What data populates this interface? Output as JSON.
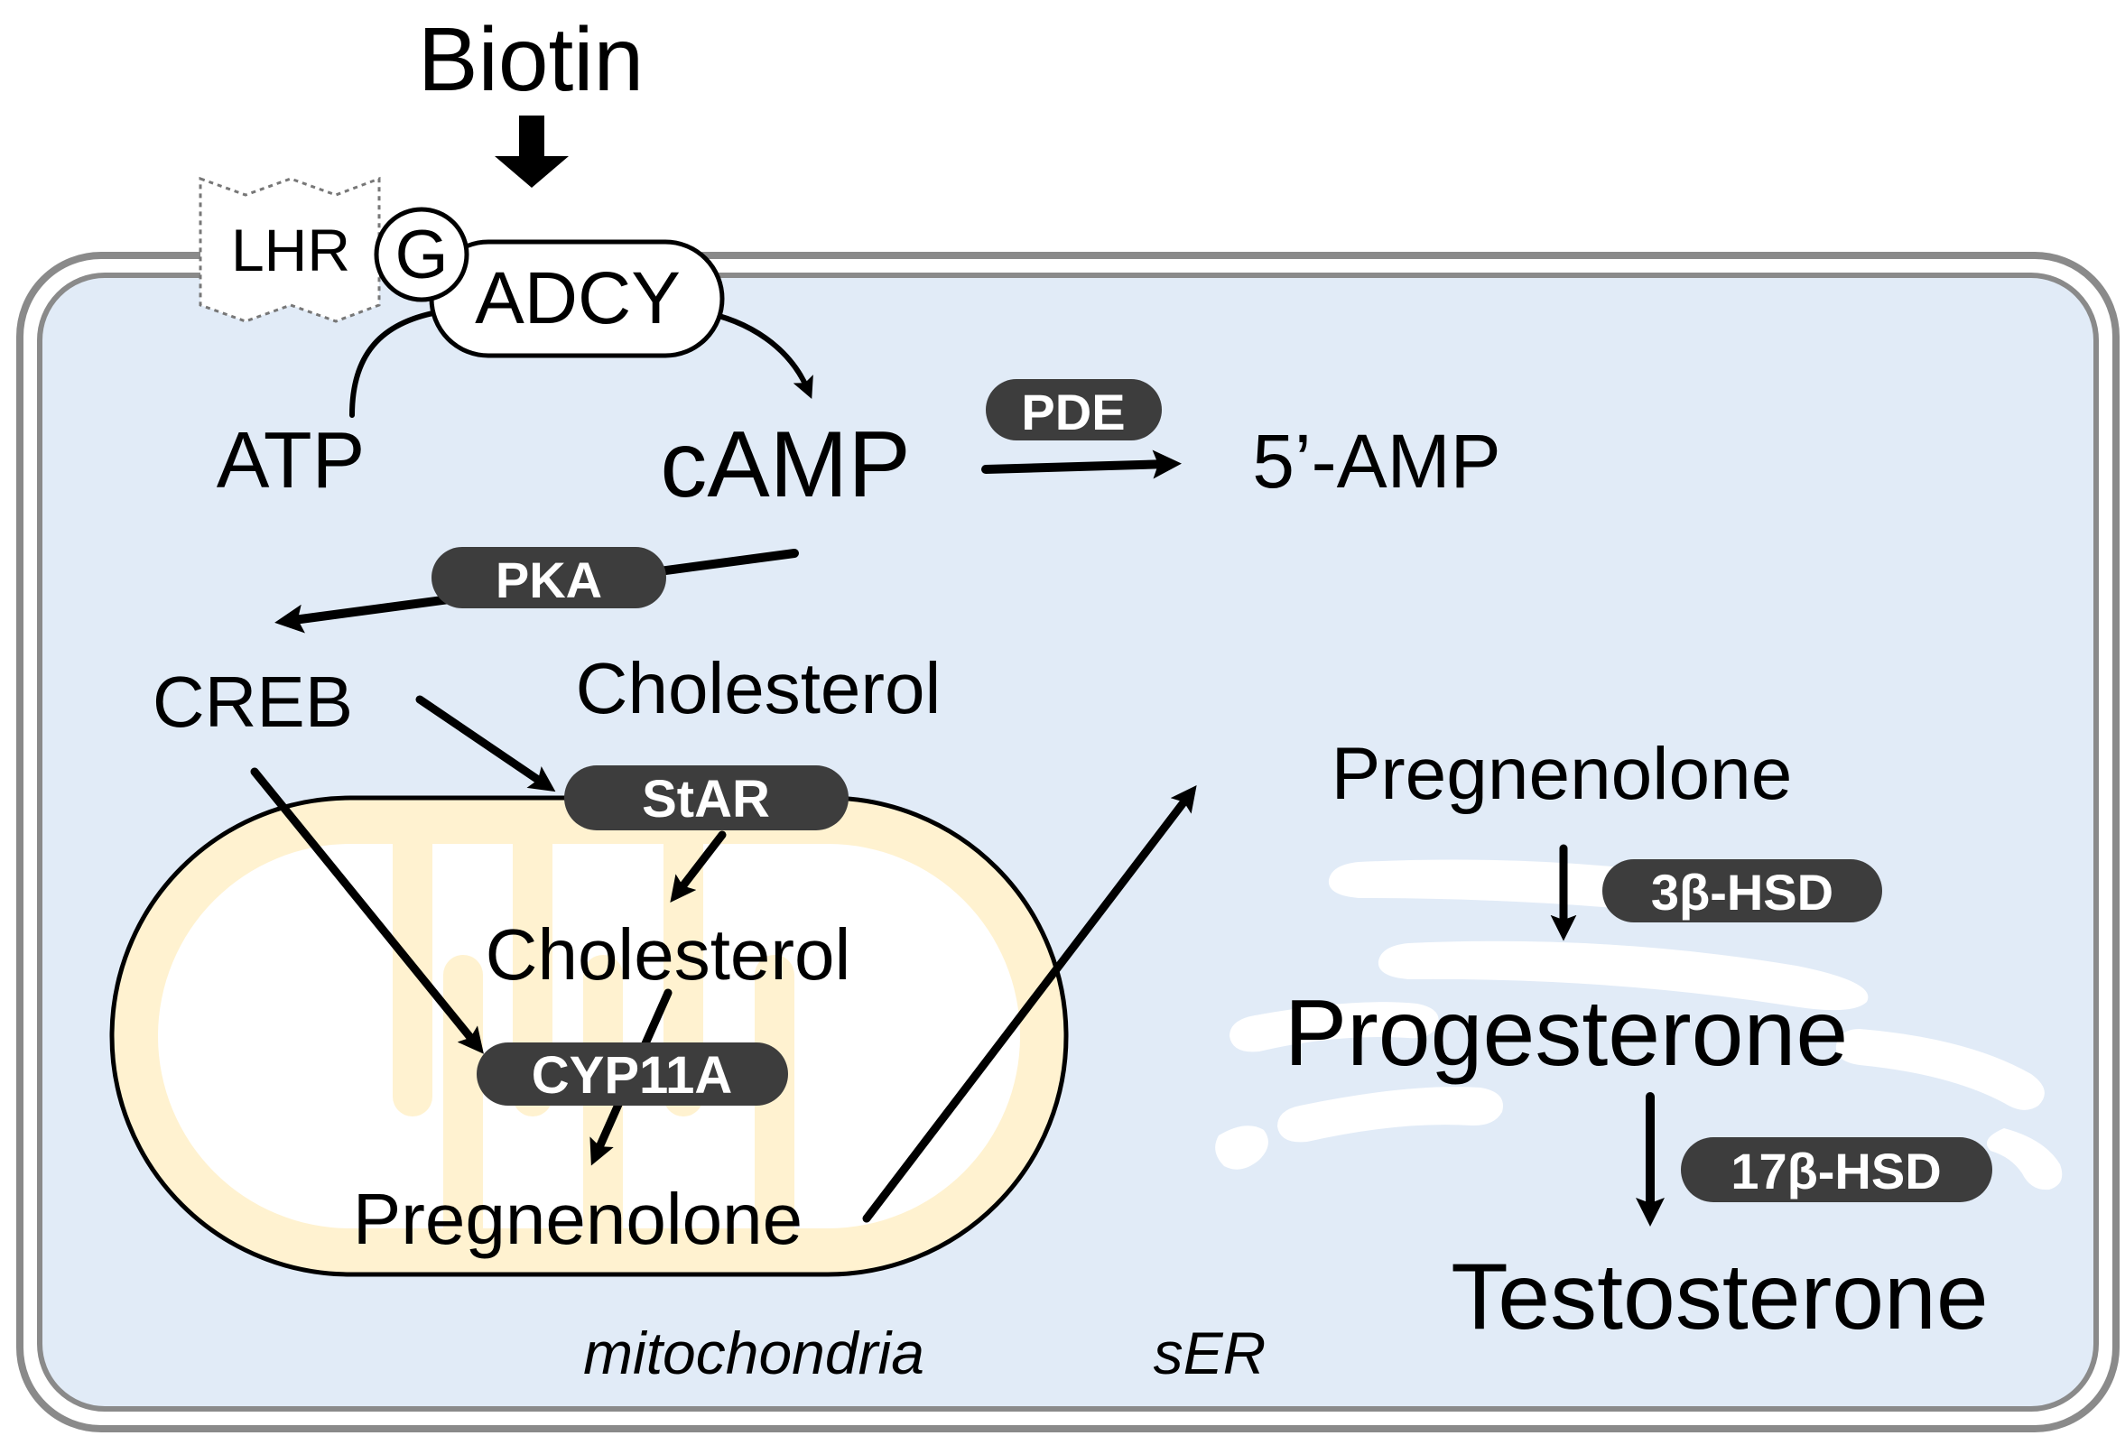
{
  "colors": {
    "cell_fill": "#e1ebf7",
    "cell_border": "#7a7a7a",
    "mito_fill": "#fff2d0",
    "mito_cristae": "#ffffff",
    "er_fill": "#ffffff",
    "enzyme_pill": "#3d3d3d",
    "enzyme_text": "#ffffff",
    "text": "#000000"
  },
  "stimulus": {
    "label": "Biotin"
  },
  "membrane": {
    "receptor": "LHR",
    "g_protein": "G",
    "cyclase": "ADCY"
  },
  "molecules": {
    "atp": "ATP",
    "camp": "cAMP",
    "amp": "5’-AMP",
    "creb": "CREB",
    "cholesterol_cyto": "Cholesterol",
    "cholesterol_mito": "Cholesterol",
    "pregnenolone_mito": "Pregnenolone",
    "pregnenolone_er": "Pregnenolone",
    "progesterone": "Progesterone",
    "testosterone": "Testosterone"
  },
  "enzymes": {
    "pde": "PDE",
    "pka": "PKA",
    "star": "StAR",
    "cyp11a": "CYP11A",
    "hsd3b": "3β-HSD",
    "hsd17b": "17β-HSD"
  },
  "organelles": {
    "mitochondria": "mitochondria",
    "ser": "sER"
  }
}
